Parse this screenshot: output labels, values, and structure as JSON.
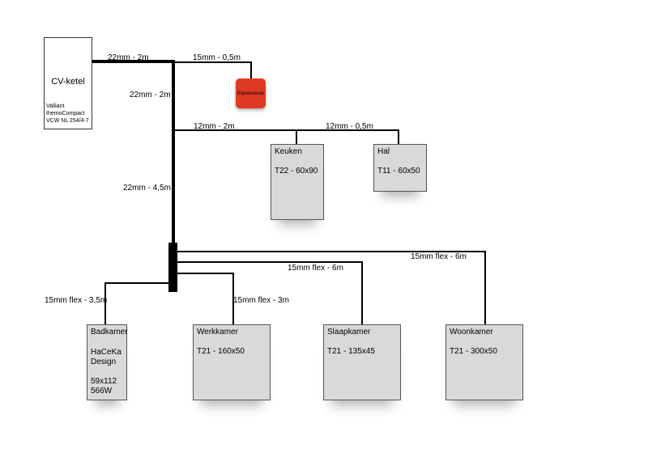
{
  "boiler": {
    "title": "CV-ketel",
    "model": "Valliant\nthemoCompact\nVCW NL 254/4-7"
  },
  "expansion_vessel": {
    "label": "Expansievat"
  },
  "pipe_labels": {
    "main_top": "22mm - 2m",
    "main_down_1": "22mm - 2m",
    "to_expansion": "15mm - 0,5m",
    "to_keuken": "12mm - 2m",
    "to_hal": "12mm - 0,5m",
    "main_down_2": "22mm - 4,5m",
    "to_badkamer": "15mm flex - 3,5m",
    "to_werkkamer": "15mm flex - 3m",
    "to_slaapkamer": "15mm flex - 6m",
    "to_woonkamer": "15mm flex - 6m"
  },
  "radiators": {
    "keuken": {
      "name": "Keuken",
      "spec": "T22 - 60x90"
    },
    "hal": {
      "name": "Hal",
      "spec": "T11 - 60x50"
    },
    "badkamer": {
      "name": "Badkamer",
      "spec": "HaCeKa\nDesign\n\n59x112\n566W"
    },
    "werkkamer": {
      "name": "Werkkamer",
      "spec": "T21 - 160x50"
    },
    "slaapkamer": {
      "name": "Slaapkamer",
      "spec": "T21 - 135x45"
    },
    "woonkamer": {
      "name": "Woonkamer",
      "spec": "T21 - 300x50"
    }
  }
}
